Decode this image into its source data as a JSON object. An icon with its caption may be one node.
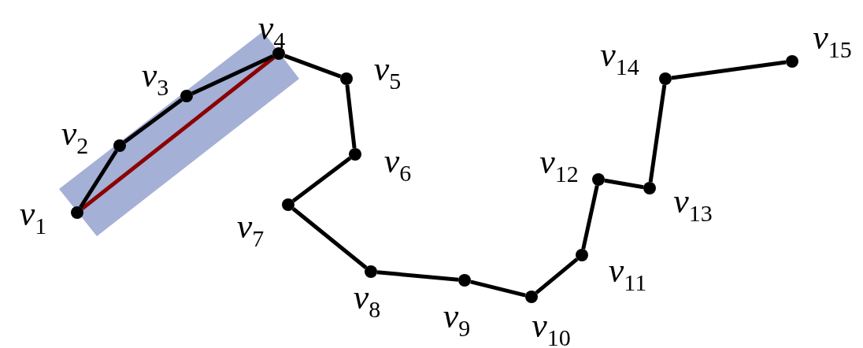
{
  "diagram": {
    "nodes": [
      {
        "text": [],
        "shape": "circle",
        "beside": [
          "*v*$_{1}$"
        ]
      },
      {
        "text": [],
        "shape": "circle",
        "beside": [
          "*v*$_{2}$"
        ]
      },
      {
        "text": [],
        "shape": "circle",
        "beside": [
          "*v*$_{3}$"
        ]
      },
      {
        "text": [],
        "shape": "circle",
        "beside": [
          "*v*$_{4}$"
        ]
      },
      {
        "text": [],
        "shape": "circle",
        "beside": [
          "*v*$_{5}$"
        ]
      },
      {
        "text": [],
        "shape": "circle",
        "beside": [
          "*v*$_{6}$"
        ]
      },
      {
        "text": [],
        "shape": "circle",
        "beside": [
          "*v*$_{7}$"
        ]
      },
      {
        "text": [],
        "shape": "circle",
        "beside": [
          "*v*$_{8}$"
        ]
      },
      {
        "text": [],
        "shape": "circle",
        "beside": [
          "*v*$_{9}$"
        ]
      },
      {
        "text": [],
        "shape": "circle",
        "beside": [
          "*v*$_{10}$"
        ]
      },
      {
        "text": [],
        "shape": "circle",
        "beside": [
          "*v*$_{11}$"
        ]
      },
      {
        "text": [],
        "shape": "circle",
        "beside": [
          "*v*$_{12}$"
        ]
      },
      {
        "text": [],
        "shape": "circle",
        "beside": [
          "*v*$_{13}$"
        ]
      },
      {
        "text": [],
        "shape": "circle",
        "beside": [
          "*v*$_{14}$"
        ]
      },
      {
        "text": [],
        "shape": "circle",
        "beside": [
          "*v*$_{15}$"
        ]
      }
    ],
    "edges": [
      {
        "from": 0,
        "to": 3,
        "arrow": "none",
        "color": "#8b0000"
      },
      {
        "from": 0,
        "to": 1,
        "arrow": "none"
      },
      {
        "from": 1,
        "to": 2,
        "arrow": "none"
      },
      {
        "from": 2,
        "to": 3,
        "arrow": "none"
      },
      {
        "from": 3,
        "to": 4,
        "arrow": "none"
      },
      {
        "from": 4,
        "to": 5,
        "arrow": "none"
      },
      {
        "from": 5,
        "to": 6,
        "arrow": "none"
      },
      {
        "from": 6,
        "to": 7,
        "arrow": "none"
      },
      {
        "from": 7,
        "to": 8,
        "arrow": "none"
      },
      {
        "from": 8,
        "to": 9,
        "arrow": "none"
      },
      {
        "from": 9,
        "to": 10,
        "arrow": "none"
      },
      {
        "from": 10,
        "to": 11,
        "arrow": "none"
      },
      {
        "from": 11,
        "to": 12,
        "arrow": "none"
      },
      {
        "from": 12,
        "to": 13,
        "arrow": "none"
      },
      {
        "from": 13,
        "to": 14,
        "arrow": "none"
      }
    ]
  }
}
